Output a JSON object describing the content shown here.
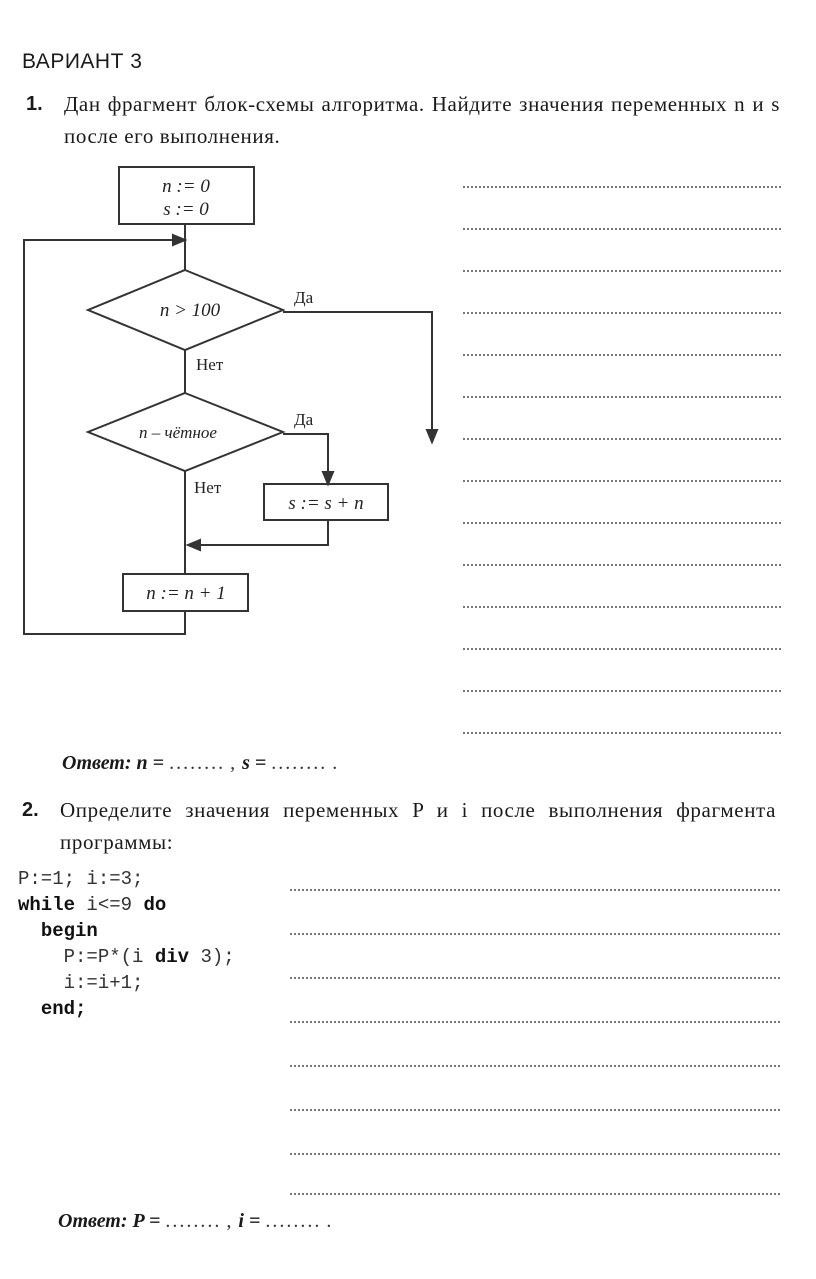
{
  "variant_title": "ВАРИАНТ 3",
  "task1": {
    "number": "1.",
    "text": "Дан фрагмент блок-схемы алгоритма. Найдите значения переменных n и s после его выполнения.",
    "flowchart": {
      "init_n": "n := 0",
      "init_s": "s := 0",
      "cond1": "n > 100",
      "cond2": "n – чётное",
      "yes1": "Да",
      "no1": "Нет",
      "yes2": "Да",
      "no2": "Нет",
      "assign_s": "s := s + n",
      "assign_n": "n := n + 1"
    },
    "answer": {
      "label": "Ответ:",
      "var1": "n =",
      "blank1": "........",
      "sep": ",",
      "var2": "s =",
      "blank2": "........",
      "end": "."
    }
  },
  "task2": {
    "number": "2.",
    "text": "Определите значения переменных P и i после выполнения фрагмента программы:",
    "code": {
      "line1": "P:=1; i:=3;",
      "line2_kw1": "while",
      "line2_cond": " i<=9 ",
      "line2_kw2": "do",
      "line3_kw": "begin",
      "line4_a": "P:=P*(i ",
      "line4_kw": "div",
      "line4_b": " 3);",
      "line5": "i:=i+1;",
      "line6_kw": "end;"
    },
    "answer": {
      "label": "Ответ:",
      "var1": "P =",
      "blank1": "........",
      "sep": ",",
      "var2": "i =",
      "blank2": "........",
      "end": "."
    }
  }
}
